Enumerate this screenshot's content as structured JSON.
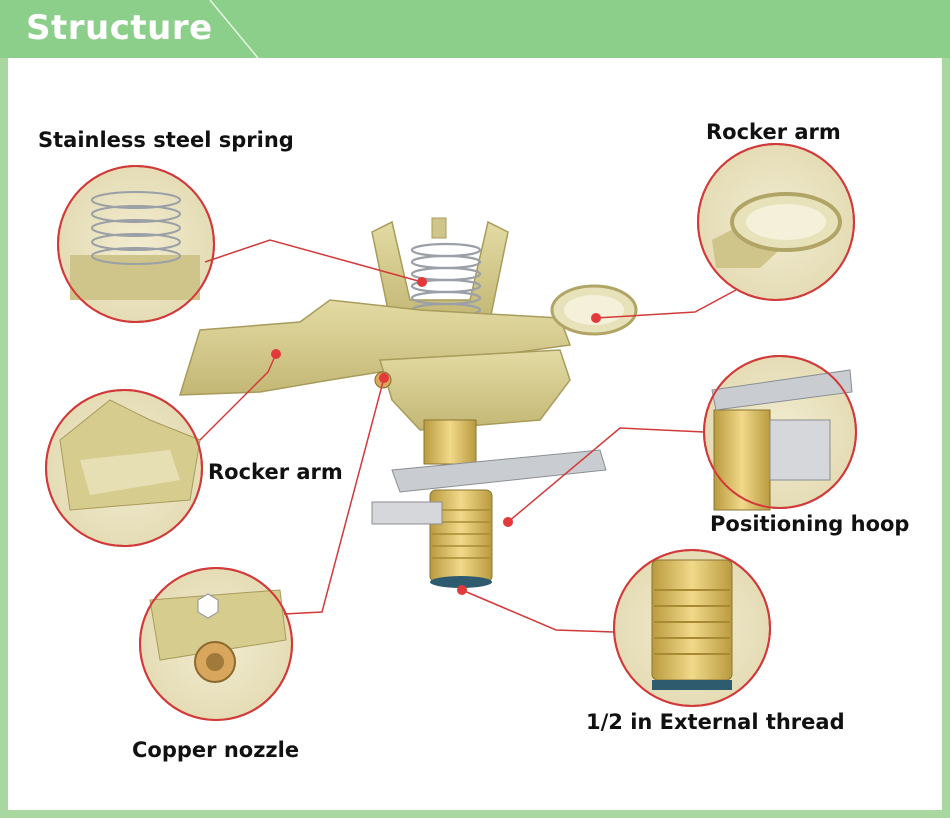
{
  "header": {
    "title": "Structure"
  },
  "labels": {
    "spring": "Stainless steel spring",
    "rocker_top": "Rocker arm",
    "rocker_left": "Rocker arm",
    "hoop": "Positioning hoop",
    "thread": "1/2 in External thread",
    "nozzle": "Copper nozzle"
  },
  "colors": {
    "header_bg": "#8ccf8a",
    "frame": "#a8d8a0",
    "leader_line": "#d23a3a",
    "body_beige": "#d6cc8e",
    "brass": "#d9b85a"
  }
}
